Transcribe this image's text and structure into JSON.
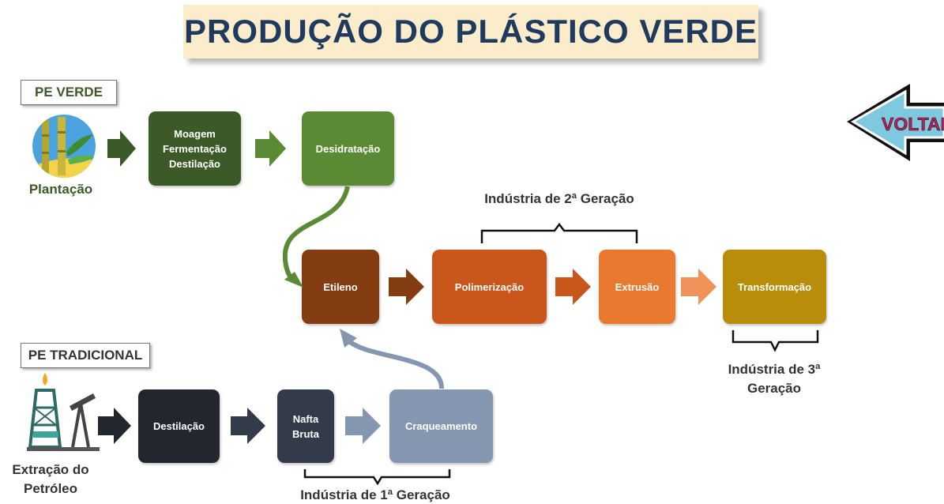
{
  "title": "PRODUÇÃO DO PLÁSTICO VERDE",
  "back_button": {
    "label": "VOLTAR"
  },
  "pe_verde": {
    "tag": "PE VERDE",
    "source_label": "Plantação",
    "steps": [
      "Moagem\nFermentação\nDestilação",
      "Desidratação"
    ]
  },
  "pe_tradicional": {
    "tag": "PE TRADICIONAL",
    "source_label": "Extração do\nPetróleo",
    "steps": [
      "Destilação",
      "Nafta\nBruta",
      "Craqueamento"
    ]
  },
  "main_chain": [
    "Etileno",
    "Polimerização",
    "Extrusão",
    "Transformação"
  ],
  "industries": {
    "first": "Indústria de 1ª Geração",
    "second": "Indústria de 2ª Geração",
    "third": "Indústria de 3ª\nGeração"
  },
  "colors": {
    "green_dark": "#3c5a27",
    "green": "#5b8a35",
    "brown": "#843d10",
    "orange_dark": "#c9561a",
    "orange": "#e8792f",
    "gold": "#b88d0a",
    "slate_dark": "#22272f",
    "slate": "#333b4b",
    "slate_light": "#8596b0",
    "title_text": "#1f3a5f",
    "title_bg": "#fbeccb"
  }
}
